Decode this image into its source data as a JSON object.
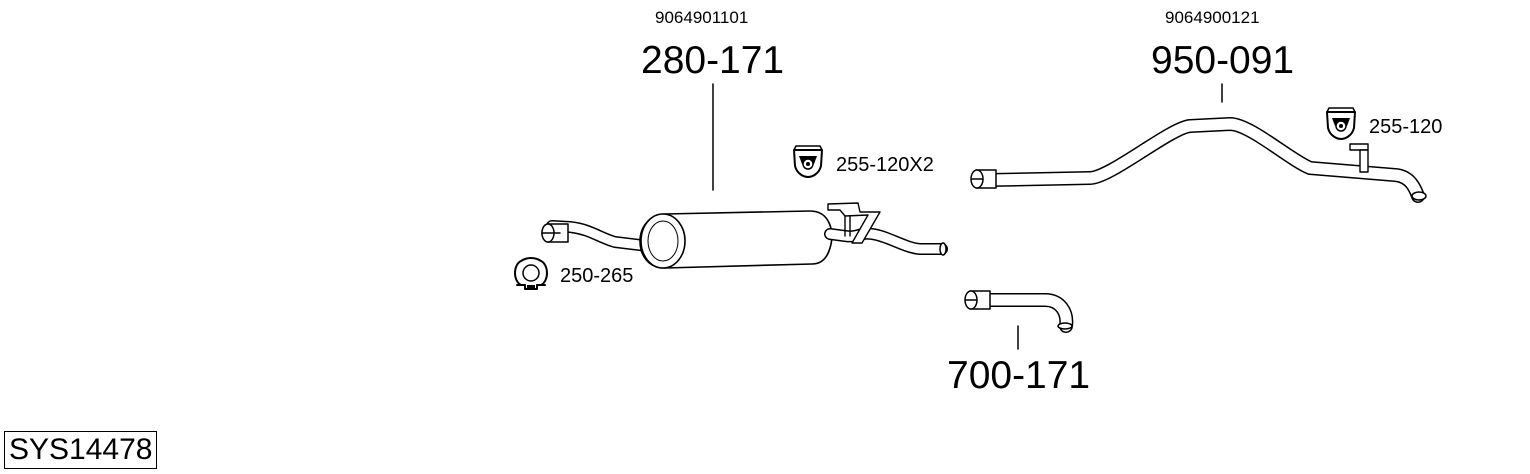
{
  "parts": [
    {
      "id": "front",
      "oem_number": "9064901101",
      "part_number": "280-171"
    },
    {
      "id": "rear",
      "oem_number": "9064900121",
      "part_number": "950-091"
    },
    {
      "id": "tail",
      "part_number": "700-171"
    }
  ],
  "accessories": [
    {
      "id": "hanger-front",
      "icon": "rubber-hanger-icon",
      "label": "255-120X2"
    },
    {
      "id": "hanger-rear",
      "icon": "rubber-hanger-icon",
      "label": "255-120"
    },
    {
      "id": "clamp",
      "icon": "clamp-icon",
      "label": "250-265"
    }
  ],
  "system_code": "SYS14478"
}
